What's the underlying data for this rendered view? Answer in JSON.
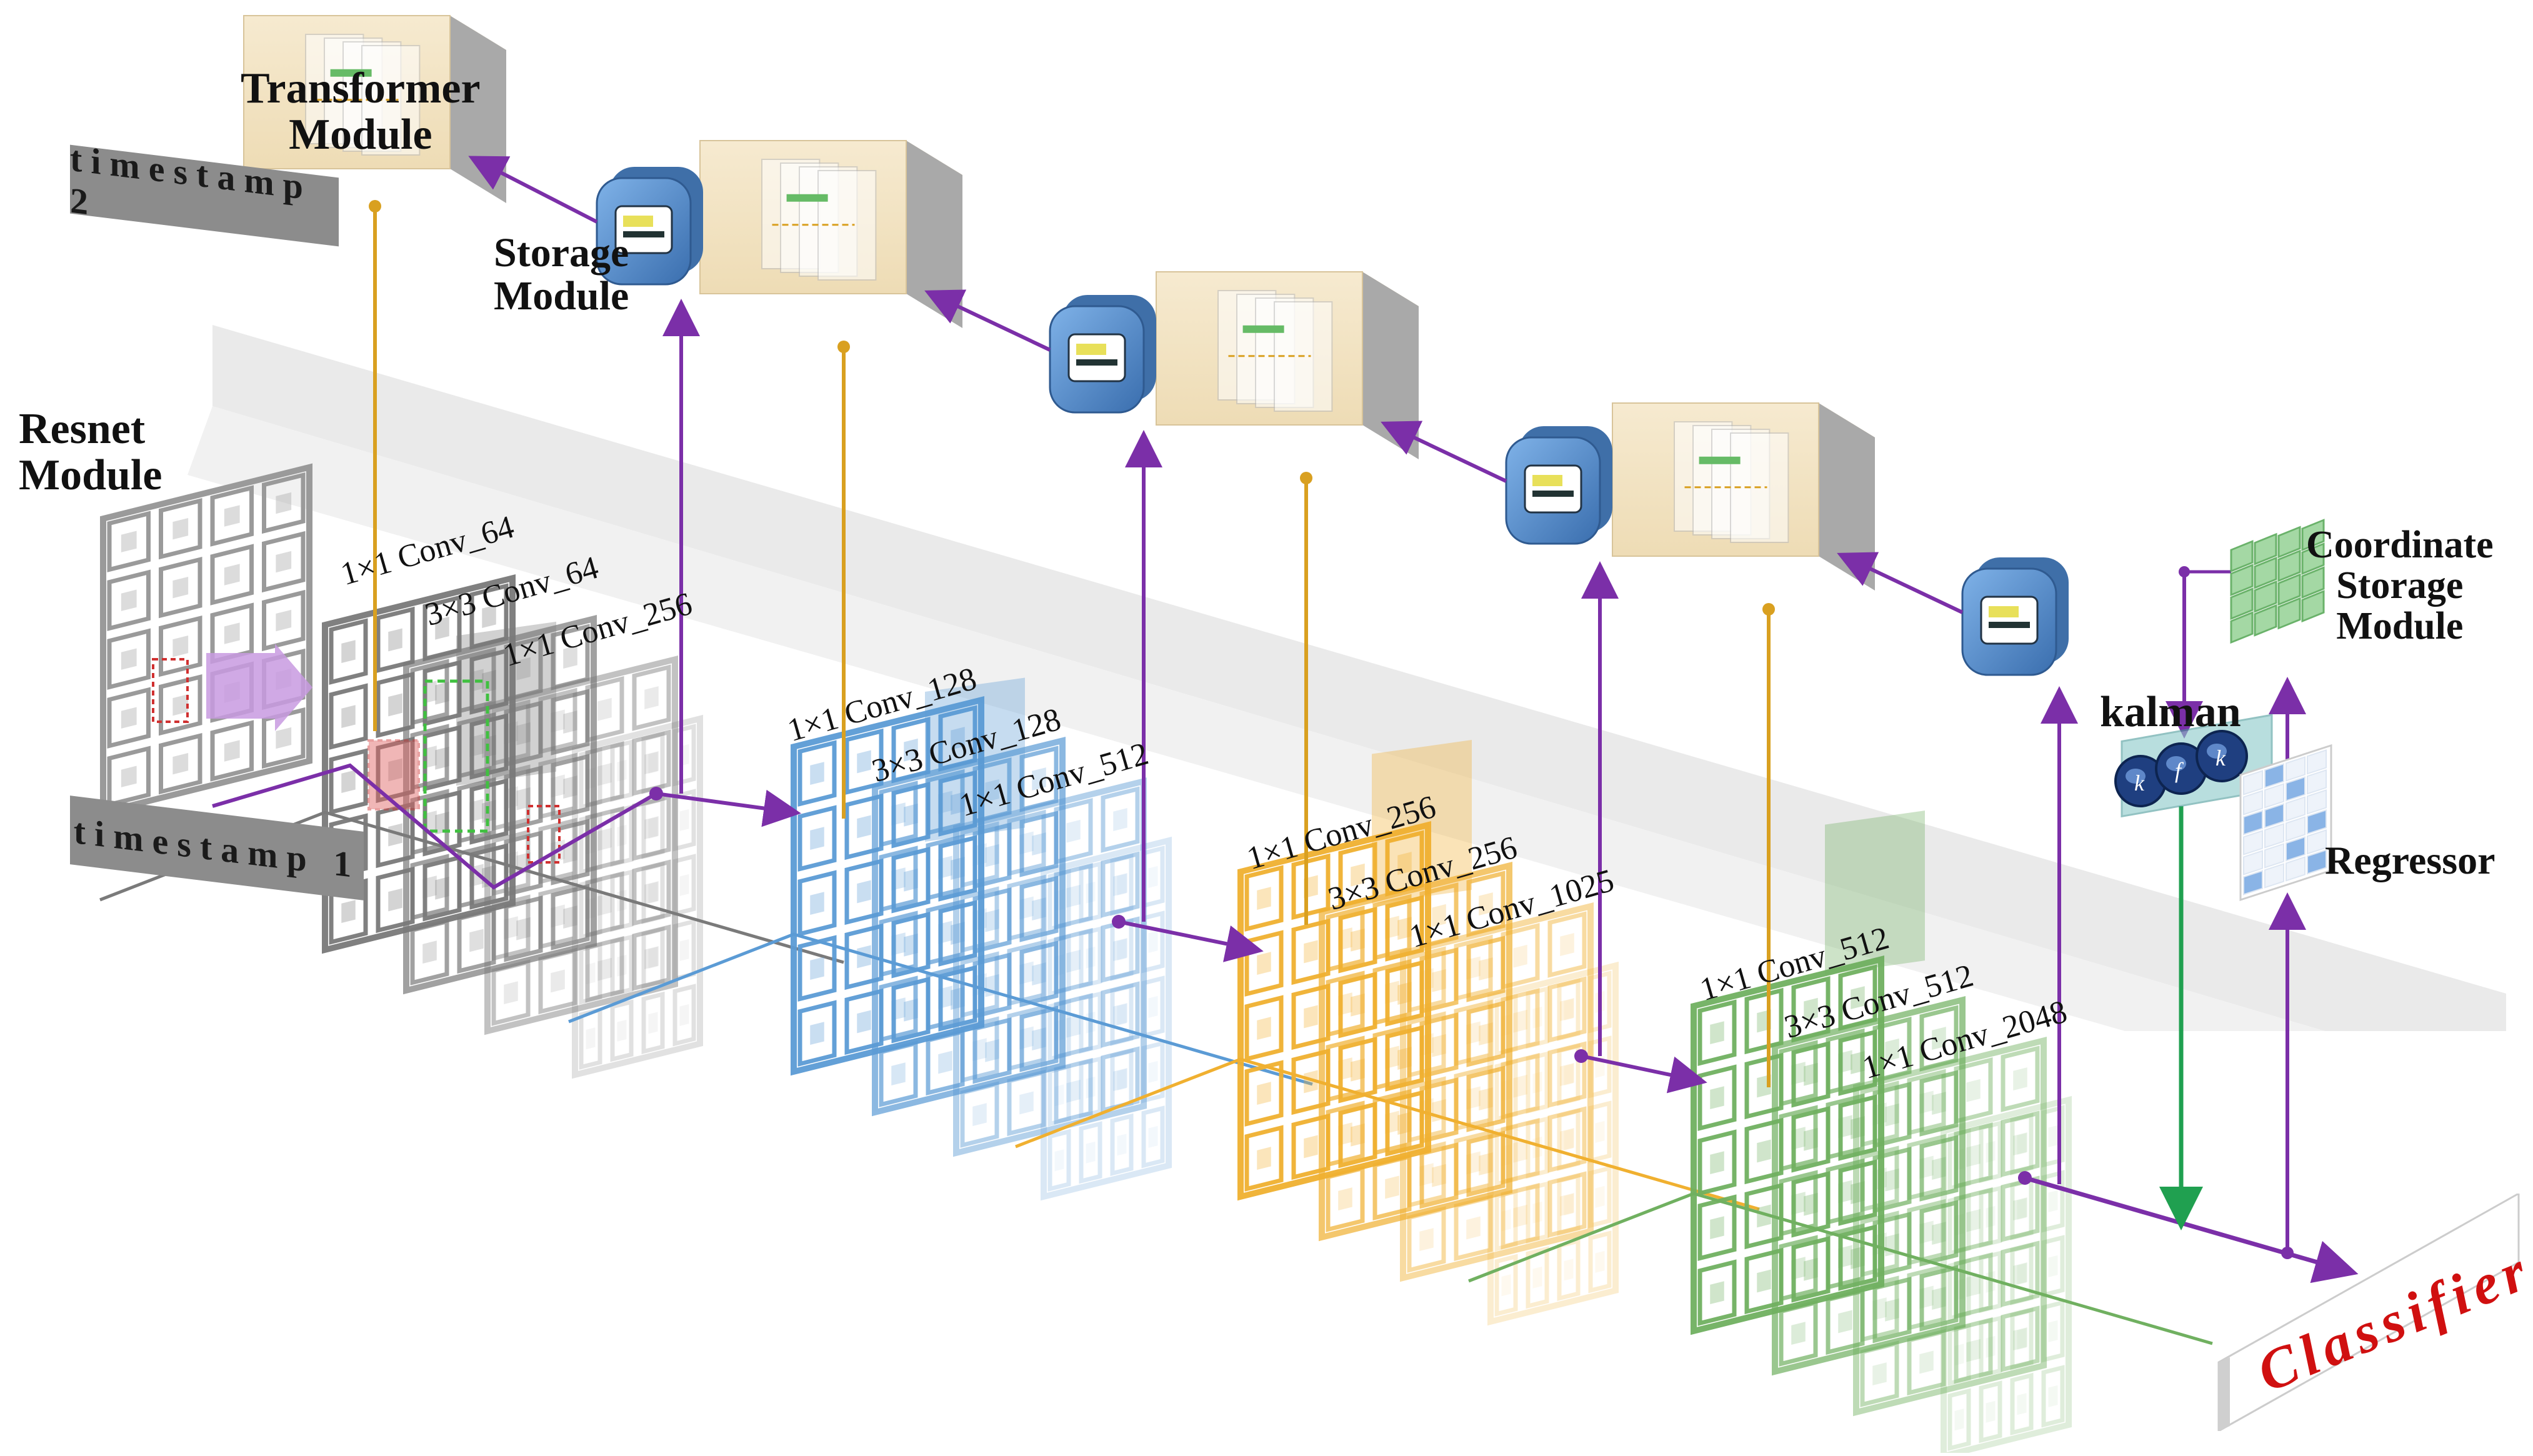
{
  "labels": {
    "transformer_module": "Transformer\nModule",
    "timestamp_2": "timestamp 2",
    "timestamp_1": "timestamp 1",
    "storage_module": "Storage\nModule",
    "resnet_module": "Resnet\nModule",
    "coordinate_storage_module": "Coordinate\nStorage\nModule",
    "kalman": "kalman",
    "regressor": "Regressor",
    "classifier": "Classifier",
    "kalman_k": "k",
    "kalman_f": "f"
  },
  "stages": [
    {
      "color": "#7a7a7a",
      "conv": [
        "1×1 Conv_64",
        "3×3 Conv_64",
        "1×1 Conv_256"
      ]
    },
    {
      "color": "#5b9bd5",
      "conv": [
        "1×1 Conv_128",
        "3×3 Conv_128",
        "1×1 Conv_512"
      ]
    },
    {
      "color": "#f0b030",
      "conv": [
        "1×1 Conv_256",
        "3×3 Conv_256",
        "1×1 Conv_1025"
      ]
    },
    {
      "color": "#70b060",
      "conv": [
        "1×1 Conv_512",
        "3×3 Conv_512",
        "1×1 Conv_2048"
      ]
    }
  ],
  "colors": {
    "purple_arrow": "#7b2fa8",
    "orange_line": "#d9a020",
    "green_line": "#20a050",
    "storage_blue": "#4a7fbf",
    "transformer_fill": "#f3e6c8",
    "classifier_text": "#d01010"
  }
}
